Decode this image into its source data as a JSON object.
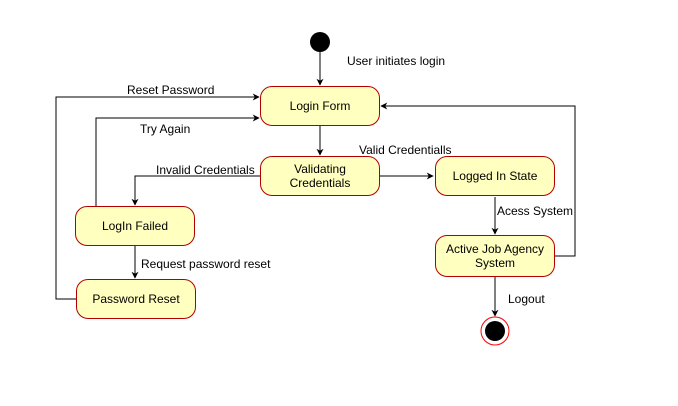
{
  "diagram": {
    "initial_label": "User initiates login",
    "states": {
      "login_form": "Login Form",
      "validating": "Validating Credentials",
      "logged_in": "Logged In State",
      "login_failed": "LogIn Failed",
      "password_reset": "Password Reset",
      "active_system": "Active Job Agency System"
    },
    "transitions": {
      "reset_password": "Reset Password",
      "try_again": "Try Again",
      "valid_credentials": "Valid Credentialls",
      "invalid_credentials": "Invalid Credentials",
      "access_system": "Acess System",
      "request_reset": "Request password reset",
      "logout": "Logout"
    },
    "colors": {
      "state_fill": "#ffffc0",
      "state_border": "#b20000",
      "initial_node": "#000000",
      "edge": "#000000"
    }
  }
}
